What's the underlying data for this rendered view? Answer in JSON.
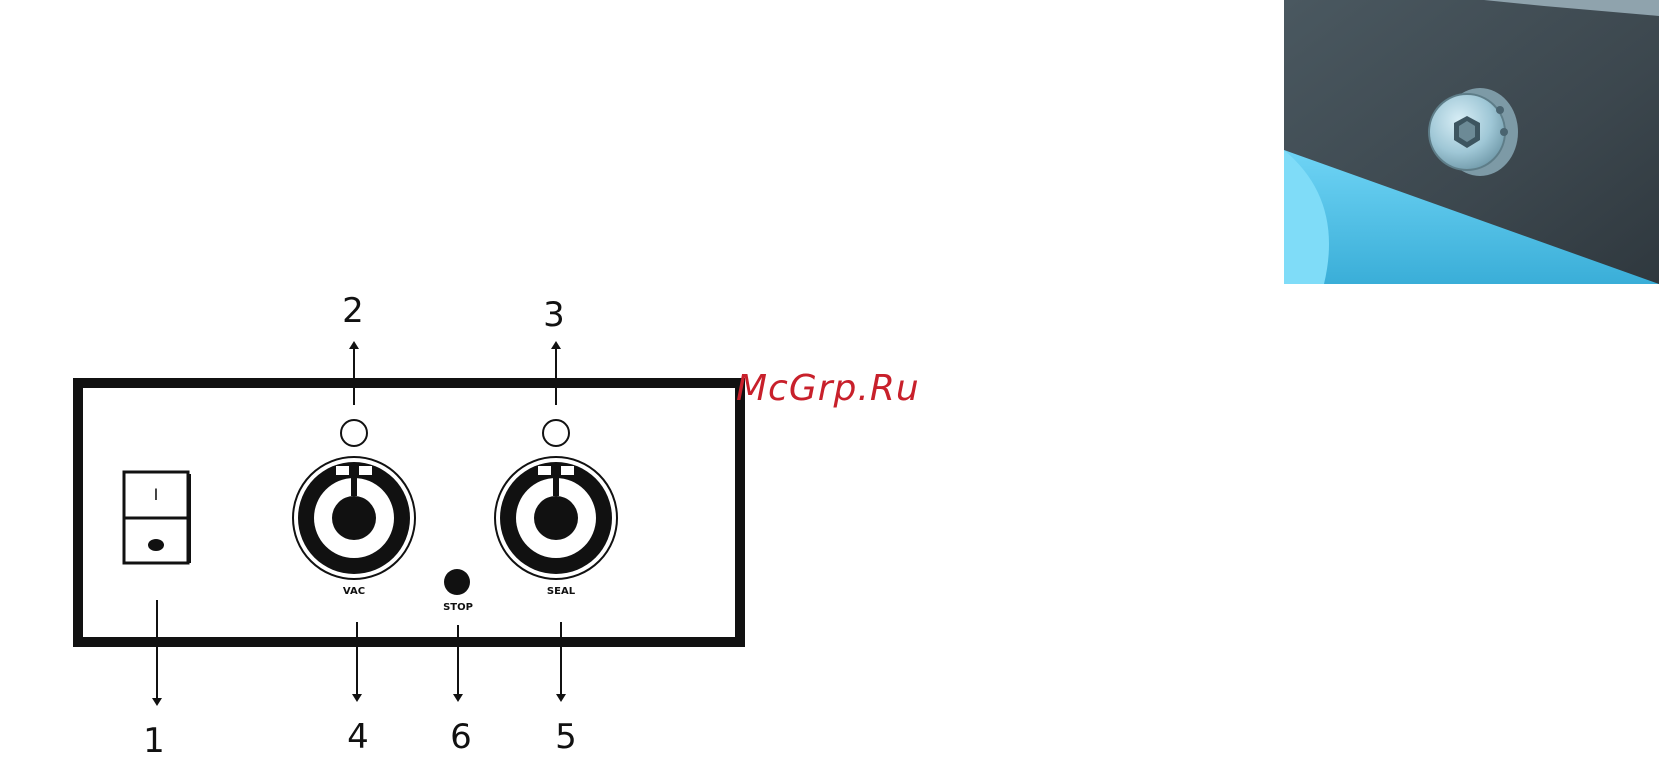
{
  "callouts": {
    "one": "1",
    "two": "2",
    "three": "3",
    "four": "4",
    "five": "5",
    "six": "6"
  },
  "panel": {
    "switch_on_mark": "I",
    "vac_label": "VAC",
    "stop_label": "STOP",
    "seal_label": "SEAL"
  },
  "watermark": {
    "text": "McGrp.Ru",
    "color": "#c8202b"
  },
  "photo": {
    "icon": "hex-bolt-photo",
    "colors": {
      "panel": "#3e4a52",
      "frame": "#55c3ea",
      "bolt": "#9fc7d6"
    }
  }
}
